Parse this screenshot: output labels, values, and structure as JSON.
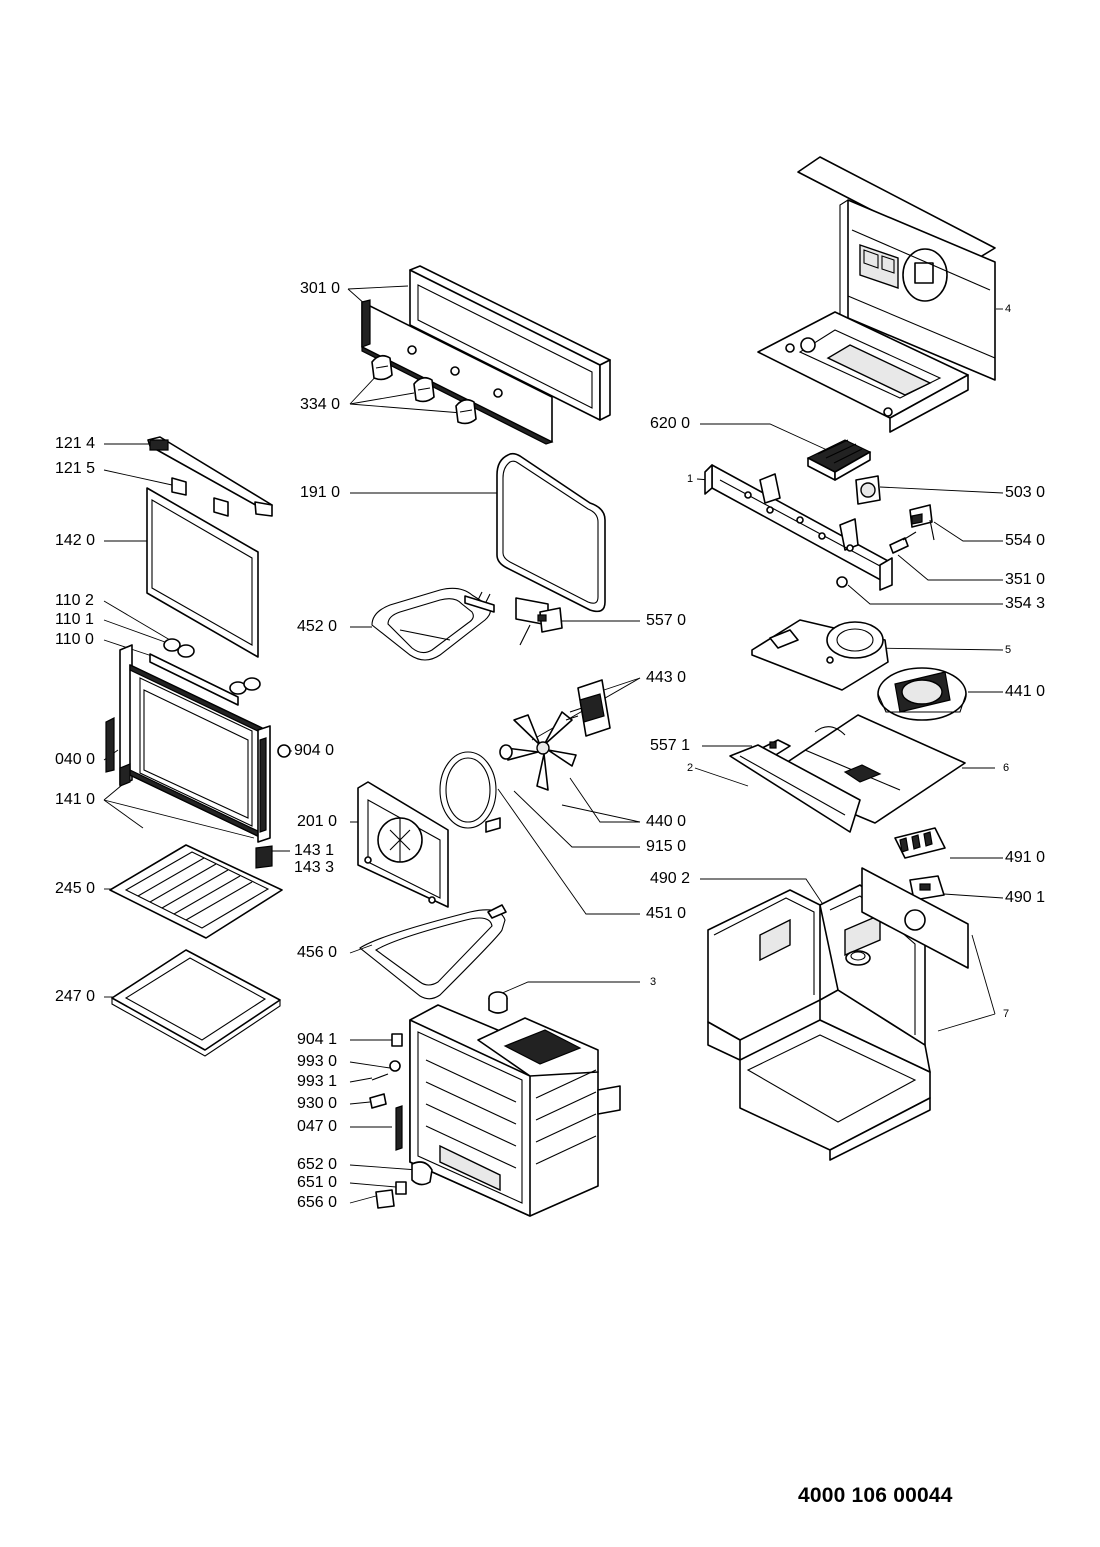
{
  "diagram": {
    "document_code": "4000 106 00044",
    "callouts": [
      {
        "id": "301-0",
        "text": "301 0"
      },
      {
        "id": "334-0",
        "text": "334 0"
      },
      {
        "id": "121-4",
        "text": "121 4"
      },
      {
        "id": "121-5",
        "text": "121 5"
      },
      {
        "id": "191-0",
        "text": "191 0"
      },
      {
        "id": "142-0",
        "text": "142 0"
      },
      {
        "id": "110-2",
        "text": "110 2"
      },
      {
        "id": "110-1",
        "text": "110 1"
      },
      {
        "id": "110-0",
        "text": "110 0"
      },
      {
        "id": "452-0",
        "text": "452 0"
      },
      {
        "id": "040-0",
        "text": "040 0"
      },
      {
        "id": "904-0",
        "text": "904 0"
      },
      {
        "id": "141-0",
        "text": "141 0"
      },
      {
        "id": "201-0",
        "text": "201 0"
      },
      {
        "id": "143-1",
        "text": "143 1"
      },
      {
        "id": "143-3",
        "text": "143 3"
      },
      {
        "id": "245-0",
        "text": "245 0"
      },
      {
        "id": "456-0",
        "text": "456 0"
      },
      {
        "id": "247-0",
        "text": "247 0"
      },
      {
        "id": "904-1",
        "text": "904 1"
      },
      {
        "id": "993-0",
        "text": "993 0"
      },
      {
        "id": "993-1",
        "text": "993 1"
      },
      {
        "id": "930-0",
        "text": "930 0"
      },
      {
        "id": "047-0",
        "text": "047 0"
      },
      {
        "id": "652-0",
        "text": "652 0"
      },
      {
        "id": "651-0",
        "text": "651 0"
      },
      {
        "id": "656-0",
        "text": "656 0"
      },
      {
        "id": "4",
        "text": "4"
      },
      {
        "id": "620-0",
        "text": "620 0"
      },
      {
        "id": "1",
        "text": "1"
      },
      {
        "id": "503-0",
        "text": "503 0"
      },
      {
        "id": "554-0",
        "text": "554 0"
      },
      {
        "id": "351-0",
        "text": "351 0"
      },
      {
        "id": "354-3",
        "text": "354 3"
      },
      {
        "id": "557-0",
        "text": "557 0"
      },
      {
        "id": "5",
        "text": "5"
      },
      {
        "id": "443-0",
        "text": "443 0"
      },
      {
        "id": "441-0",
        "text": "441 0"
      },
      {
        "id": "557-1",
        "text": "557 1"
      },
      {
        "id": "2",
        "text": "2"
      },
      {
        "id": "6",
        "text": "6"
      },
      {
        "id": "440-0",
        "text": "440 0"
      },
      {
        "id": "915-0",
        "text": "915 0"
      },
      {
        "id": "491-0",
        "text": "491 0"
      },
      {
        "id": "490-2",
        "text": "490 2"
      },
      {
        "id": "490-1",
        "text": "490 1"
      },
      {
        "id": "451-0",
        "text": "451 0"
      },
      {
        "id": "3",
        "text": "3"
      },
      {
        "id": "7",
        "text": "7"
      }
    ]
  }
}
